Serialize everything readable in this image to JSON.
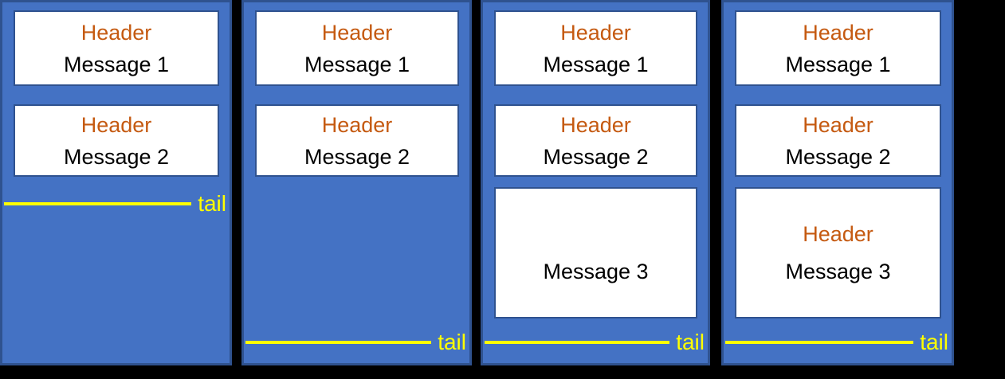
{
  "colors": {
    "background": "#000000",
    "panel_fill": "#4472C4",
    "panel_border": "#2F528F",
    "box_fill": "#FFFFFF",
    "box_border": "#2F528F",
    "header_text": "#C55A11",
    "message_text": "#000000",
    "tail_accent": "#FFFF00"
  },
  "panels": [
    {
      "name": "buffer-state-1",
      "tail_label": "tail",
      "tail_position": "after-message-2",
      "boxes": [
        {
          "header": "Header",
          "message": "Message 1"
        },
        {
          "header": "Header",
          "message": "Message 2"
        }
      ]
    },
    {
      "name": "buffer-state-2",
      "tail_label": "tail",
      "tail_position": "bottom",
      "boxes": [
        {
          "header": "Header",
          "message": "Message 1"
        },
        {
          "header": "Header",
          "message": "Message 2"
        }
      ]
    },
    {
      "name": "buffer-state-3",
      "tail_label": "tail",
      "tail_position": "bottom",
      "boxes": [
        {
          "header": "Header",
          "message": "Message 1"
        },
        {
          "header": "Header",
          "message": "Message 2"
        },
        {
          "header": "",
          "message": "Message 3"
        }
      ]
    },
    {
      "name": "buffer-state-4",
      "tail_label": "tail",
      "tail_position": "bottom",
      "boxes": [
        {
          "header": "Header",
          "message": "Message 1"
        },
        {
          "header": "Header",
          "message": "Message 2"
        },
        {
          "header": "Header",
          "message": "Message 3"
        }
      ]
    }
  ]
}
